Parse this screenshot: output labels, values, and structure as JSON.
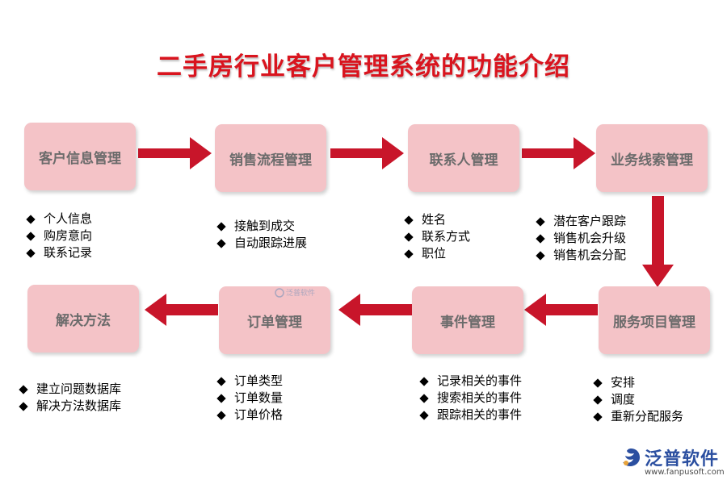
{
  "title": "二手房行业客户管理系统的功能介绍",
  "colors": {
    "title": "#d9141e",
    "box": "#f4c3c7",
    "box_text": "#6b6b6b",
    "arrow": "#c8152a",
    "logo": "#2b4fa0"
  },
  "nodes": [
    {
      "label": "客户信息管理",
      "items": [
        "个人信息",
        "购房意向",
        "联系记录"
      ]
    },
    {
      "label": "销售流程管理",
      "items": [
        "接触到成交",
        "自动跟踪进展"
      ]
    },
    {
      "label": "联系人管理",
      "items": [
        "姓名",
        "联系方式",
        "职位"
      ]
    },
    {
      "label": "业务线索管理",
      "items": [
        "潜在客户跟踪",
        "销售机会升级",
        "销售机会分配"
      ]
    },
    {
      "label": "服务项目管理",
      "items": [
        "安排",
        "调度",
        "重新分配服务"
      ]
    },
    {
      "label": "事件管理",
      "items": [
        "记录相关的事件",
        "搜索相关的事件",
        "跟踪相关的事件"
      ]
    },
    {
      "label": "订单管理",
      "items": [
        "订单类型",
        "订单数量",
        "订单价格"
      ]
    },
    {
      "label": "解决方法",
      "items": [
        "建立问题数据库",
        "解决方法数据库"
      ]
    }
  ],
  "watermark": "泛普软件",
  "logo": {
    "name": "泛普软件",
    "url": "www.fanpusoft.com",
    "icon": "fanpu-logo-icon"
  }
}
